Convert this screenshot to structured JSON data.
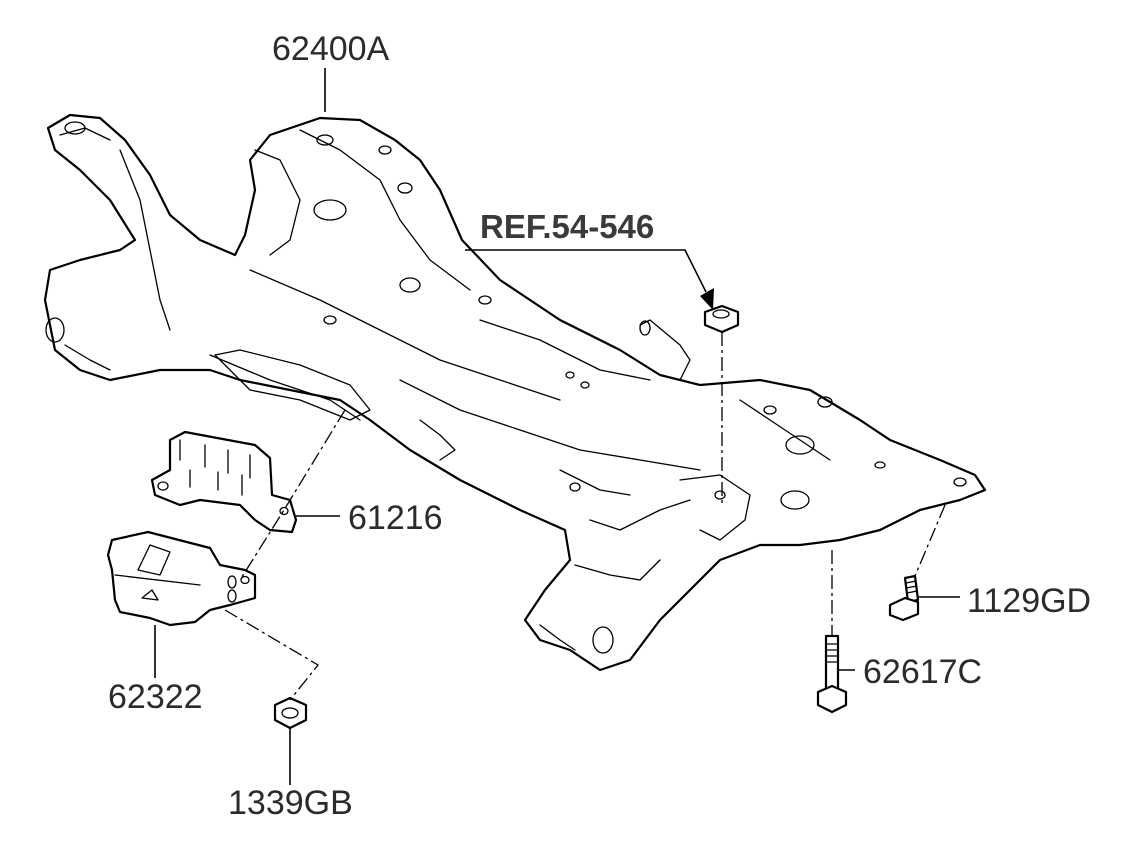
{
  "diagram": {
    "type": "exploded-parts-diagram",
    "subject": "front suspension crossmember (subframe) assembly",
    "colors": {
      "line": "#000000",
      "label": "#2b2b2b",
      "background": "#ffffff"
    },
    "callouts": [
      {
        "id": "crossmember",
        "label": "62400A",
        "part": "crossmember-assembly"
      },
      {
        "id": "reference",
        "label": "REF.54-546",
        "part": "reference-to-section-54-546"
      },
      {
        "id": "bracket",
        "label": "61216",
        "part": "mount-bracket"
      },
      {
        "id": "stopper",
        "label": "62322",
        "part": "mount-stopper-block"
      },
      {
        "id": "nut",
        "label": "1339GB",
        "part": "flange-nut"
      },
      {
        "id": "bolt-small",
        "label": "1129GD",
        "part": "flange-bolt"
      },
      {
        "id": "bolt-long",
        "label": "62617C",
        "part": "long-mounting-bolt"
      }
    ]
  }
}
